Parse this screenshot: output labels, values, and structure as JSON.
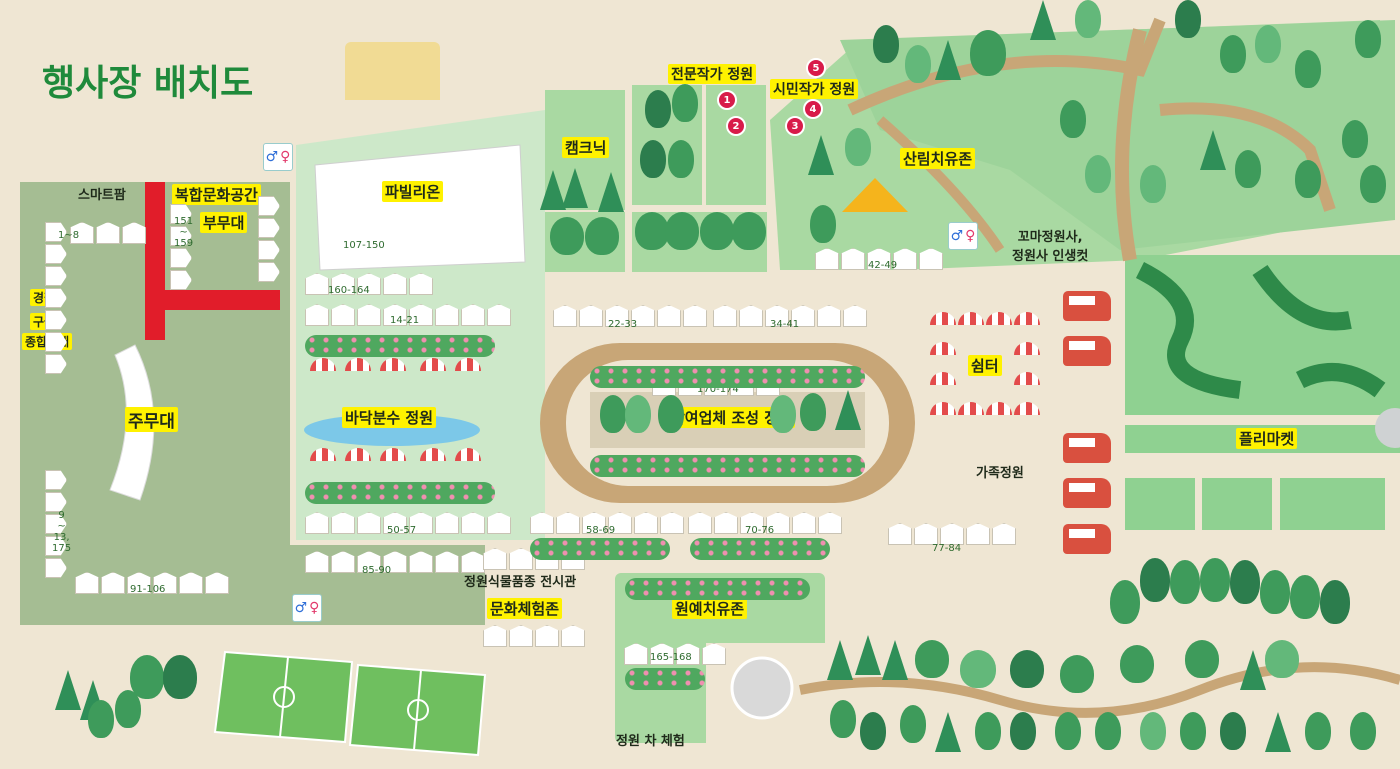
{
  "title": "행사장 배치도",
  "zones": {
    "smart_farm": "스마트팜",
    "multi_space": "복합문화공간",
    "sub_stage": "부무대",
    "pavilion": "파빌리온",
    "camping": "캠크닉",
    "pro_garden": "전문작가 정원",
    "citizen_garden": "시민작가 정원",
    "forest_kids": "산림치유존",
    "little_gardener": "꼬마정원사,\n정원사 인생컷",
    "police": "경찰",
    "first_aid": "구급",
    "info": "종합안내",
    "main_stage": "주무대",
    "floor_fountain": "바닥분수 정원",
    "company_garden": "참여업체 조성 정원",
    "shelter": "쉼터",
    "flea_market": "플리마켓",
    "family_garden": "가족정원",
    "plant_exhibit": "정원식물품종 전시관",
    "culture_zone": "문화체험존",
    "horti_kids": "원예치유존",
    "tea_exp": "정원 차 체험"
  },
  "booth_numbers": {
    "b1_8": "1~8",
    "b151_159": "151\n~\n159",
    "b107_150": "107-150",
    "b160_164": "160-164",
    "b14_21": "14-21",
    "b22_33": "22-33",
    "b34_41": "34-41",
    "b42_49": "42-49",
    "b170_174": "170-174",
    "b9_175": "9\n~\n13,\n175",
    "b50_57": "50-57",
    "b58_69": "58-69",
    "b70_76": "70-76",
    "b77_84": "77-84",
    "b85_90": "85-90",
    "b91_106": "91-106",
    "b165_168": "165-168"
  },
  "garden_pins": [
    "1",
    "2",
    "3",
    "4",
    "5"
  ],
  "colors": {
    "background": "#efe6d3",
    "title_green": "#1f8a3b",
    "zone_green": "#a9d4a3",
    "path_brown": "#c8a677",
    "highlight_yellow": "#fff200",
    "red_road": "#e11d2a"
  }
}
